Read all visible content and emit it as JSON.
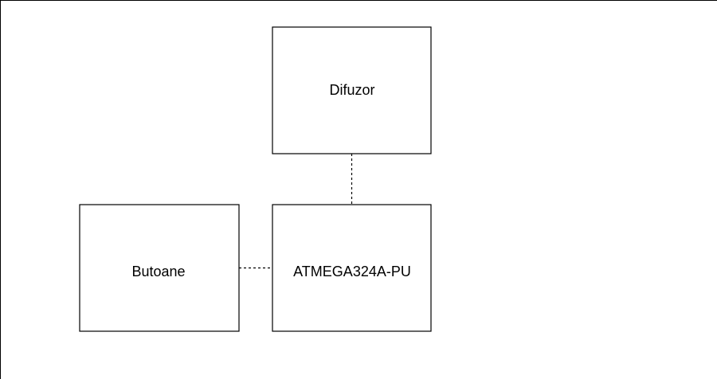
{
  "diagram": {
    "nodes": {
      "difuzor": {
        "label": "Difuzor"
      },
      "atmega": {
        "label": "ATMEGA324A-PU"
      },
      "butoane": {
        "label": "Butoane"
      }
    },
    "edges": [
      {
        "from": "difuzor",
        "to": "atmega",
        "style": "dashed"
      },
      {
        "from": "butoane",
        "to": "atmega",
        "style": "dashed"
      }
    ]
  },
  "colors": {
    "stroke": "#000000",
    "background": "#ffffff"
  }
}
